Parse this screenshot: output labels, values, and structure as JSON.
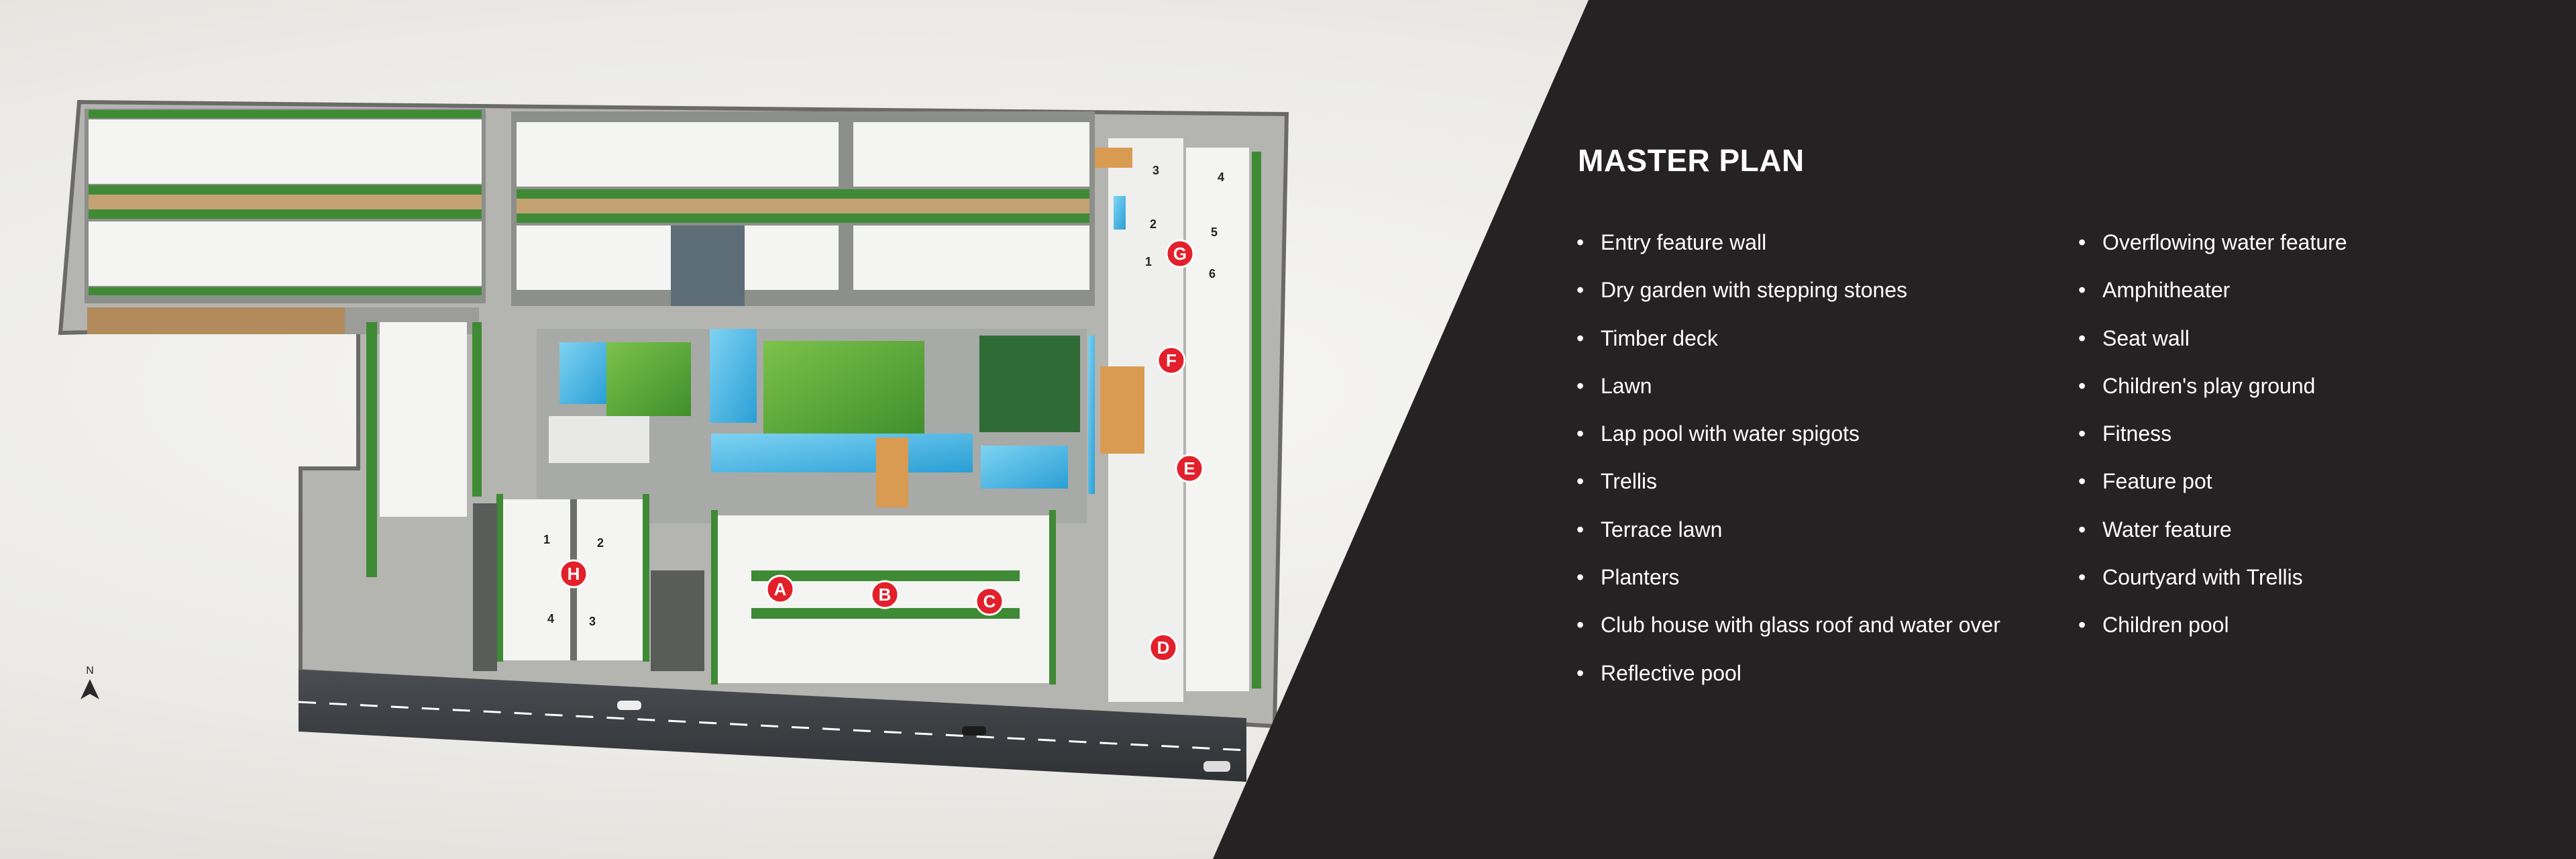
{
  "page": {
    "title": "MASTER PLAN"
  },
  "amenities_left": [
    "Entry feature wall",
    "Dry garden with stepping stones",
    "Timber deck",
    "Lawn",
    "Lap pool with water spigots",
    "Trellis",
    "Terrace lawn",
    "Planters",
    "Club house with glass roof and water over",
    "Reflective pool"
  ],
  "amenities_right": [
    "Overflowing water feature",
    "Amphitheater",
    "Seat wall",
    "Children's play ground",
    "Fitness",
    "Feature pot",
    "Water feature",
    "Courtyard with Trellis",
    "Children pool"
  ],
  "plan": {
    "compass": "N",
    "block_labels": [
      "A",
      "B",
      "C",
      "D",
      "E",
      "F",
      "G",
      "H"
    ],
    "g_numbers": [
      "1",
      "2",
      "3",
      "4",
      "5",
      "6"
    ],
    "h_numbers": [
      "1",
      "2",
      "3",
      "4"
    ]
  },
  "colors": {
    "dark_panel": "#252223",
    "marker_red": "#e2202b",
    "road": "#3a3d40",
    "pool": "#3fb3e0",
    "lawn": "#59a83a"
  }
}
